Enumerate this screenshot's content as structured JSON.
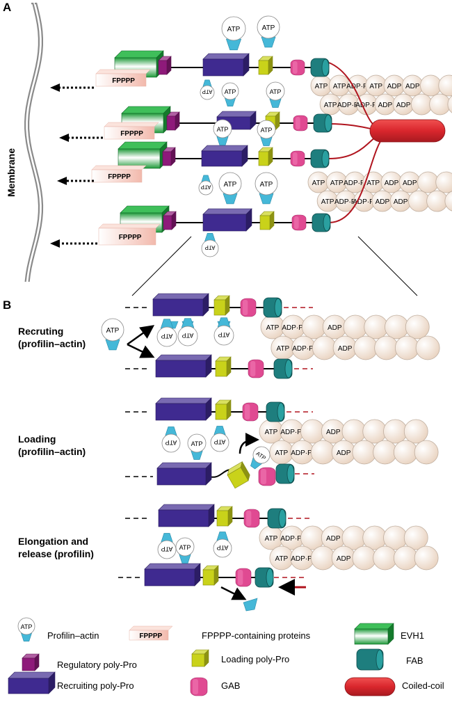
{
  "panel_a": {
    "letter": "A",
    "membrane": "Membrane"
  },
  "panel_b": {
    "letter": "B",
    "stages": [
      {
        "line1": "Recruting",
        "line2": "(profilin–actin)"
      },
      {
        "line1": "Loading",
        "line2": "(profilin–actin)"
      },
      {
        "line1": "Elongation and",
        "line2": "release (profilin)"
      }
    ]
  },
  "labels": {
    "atp": "ATP",
    "adp": "ADP",
    "adp_pi": "ADP·Pi",
    "fpppp": "FPPPP"
  },
  "legend": [
    {
      "key": "profilin-actin",
      "label": "Profilin–actin"
    },
    {
      "key": "fpppp",
      "label": "FPPPP-containing proteins"
    },
    {
      "key": "evh1",
      "label": "EVH1"
    },
    {
      "key": "regulatory",
      "label": "Regulatory  poly-Pro"
    },
    {
      "key": "loading",
      "label": "Loading  poly-Pro"
    },
    {
      "key": "fab",
      "label": "FAB"
    },
    {
      "key": "recruiting",
      "label": "Recruiting  poly-Pro"
    },
    {
      "key": "gab",
      "label": "GAB"
    },
    {
      "key": "coiled",
      "label": "Coiled-coil"
    }
  ],
  "colors": {
    "evh1": "#1f9a3a",
    "regulatory": "#8e1a7a",
    "recruiting": "#3f2a90",
    "loading": "#c9d21a",
    "gab": "#e04a92",
    "fab": "#1e7e7e",
    "coiled": "#d9262d",
    "profilin": "#45b8d8",
    "fpppp": "#f6cfc6",
    "actin": "#ecd8c8",
    "link": "#b0141e"
  }
}
